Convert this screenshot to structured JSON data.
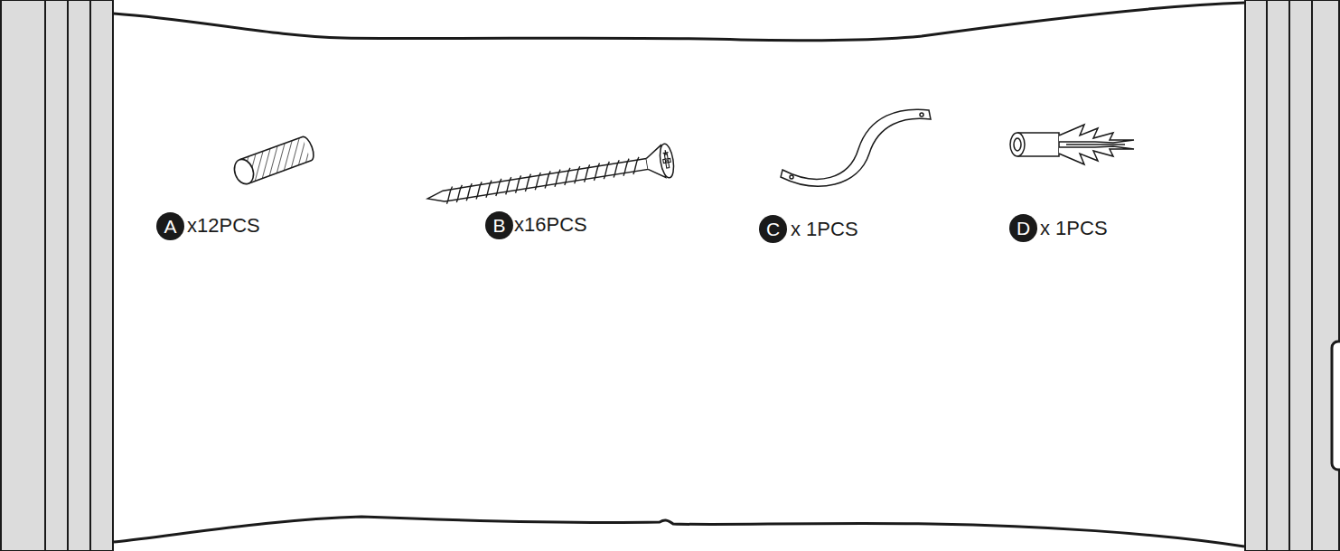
{
  "diagram": {
    "labels": [
      "A",
      "x12PCS",
      "B",
      "x16PCS",
      "C",
      "x 1PCS",
      "D",
      "x 1PCS"
    ]
  }
}
